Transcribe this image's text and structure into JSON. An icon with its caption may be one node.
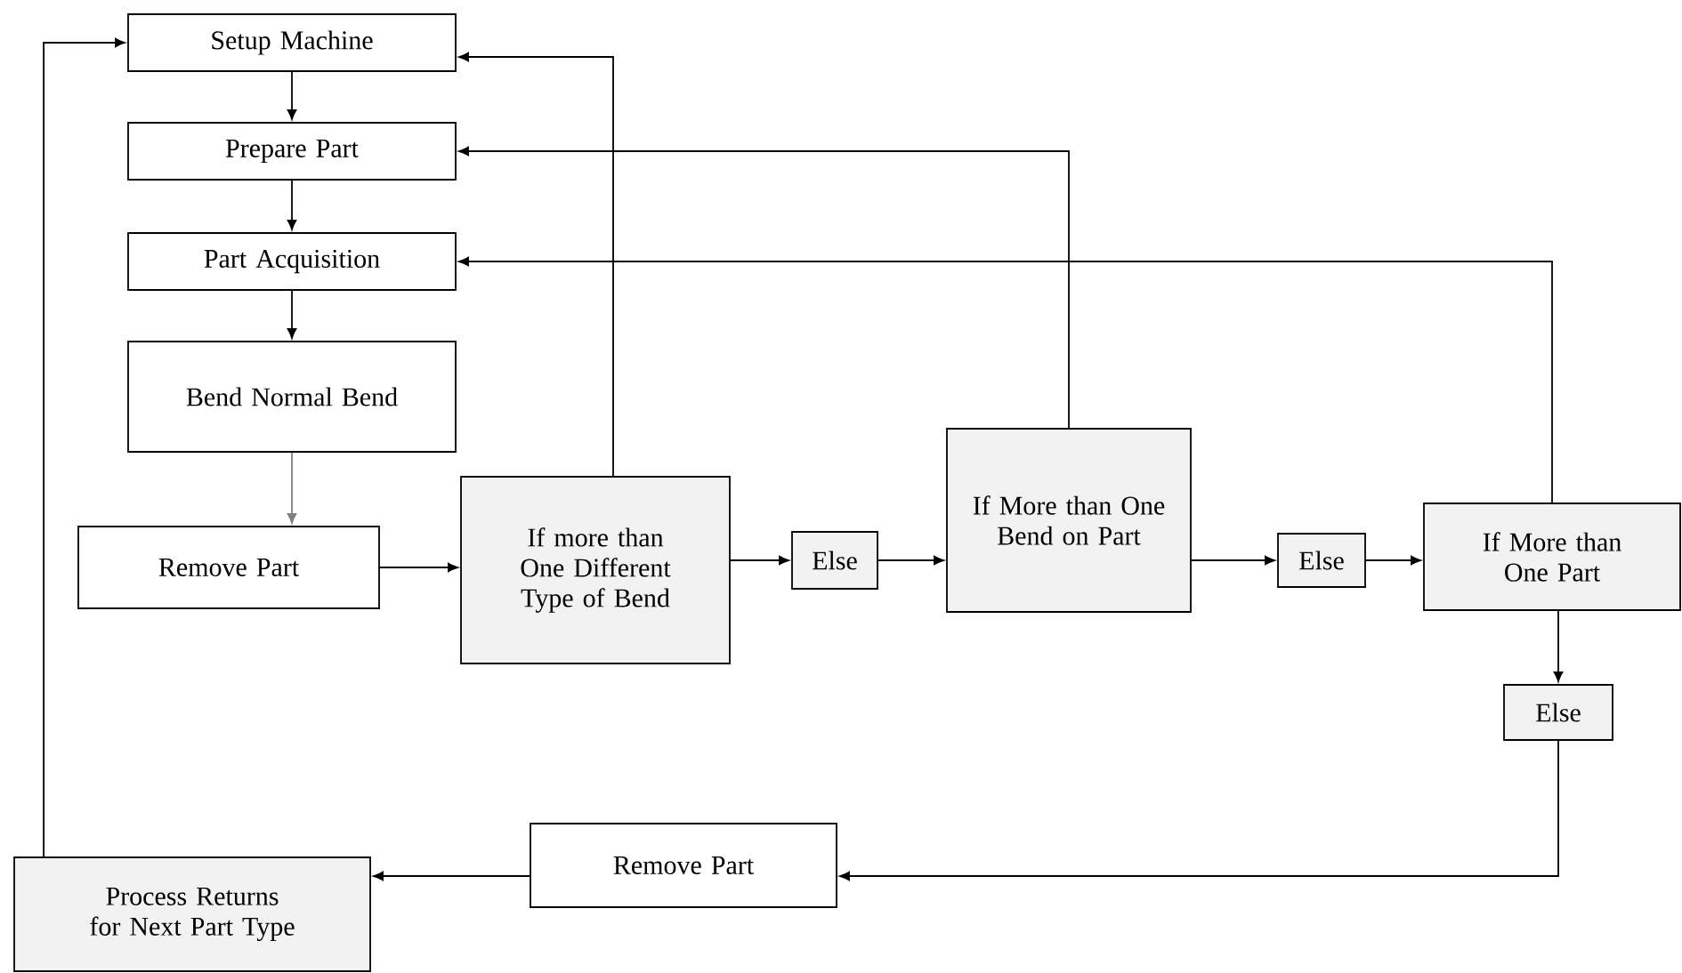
{
  "diagram": {
    "nodes": [
      {
        "text": [
          "Setup Machine"
        ]
      },
      {
        "text": [
          "Prepare Part"
        ]
      },
      {
        "text": [
          "Part Acquisition"
        ]
      },
      {
        "text": [
          "Bend Normal Bend"
        ]
      },
      {
        "text": [
          "Remove Part"
        ]
      },
      {
        "text": [
          "If more than One Different Type of Bend"
        ]
      },
      {
        "text": [
          "Else"
        ]
      },
      {
        "text": [
          "If More than One Bend on Part"
        ]
      },
      {
        "text": [
          "Else"
        ]
      },
      {
        "text": [
          "If More than One Part"
        ]
      },
      {
        "text": [
          "Else"
        ]
      },
      {
        "text": [
          "Remove Part"
        ]
      },
      {
        "text": [
          "Process Returns for Next Part Type"
        ]
      }
    ],
    "edges": [
      {
        "from": 0,
        "to": 1,
        "arrow": "to"
      },
      {
        "from": 1,
        "to": 2,
        "arrow": "to"
      },
      {
        "from": 2,
        "to": 3,
        "arrow": "to"
      },
      {
        "from": 3,
        "to": 4,
        "arrow": "to",
        "color": "#808080"
      },
      {
        "from": 4,
        "to": 5,
        "arrow": "to"
      },
      {
        "from": 5,
        "to": 6,
        "arrow": "to"
      },
      {
        "from": 6,
        "to": 7,
        "arrow": "to"
      },
      {
        "from": 7,
        "to": 8,
        "arrow": "to"
      },
      {
        "from": 8,
        "to": 9,
        "arrow": "to"
      },
      {
        "from": 9,
        "to": 10,
        "arrow": "to"
      },
      {
        "from": 10,
        "to": 11,
        "arrow": "to"
      },
      {
        "from": 11,
        "to": 12,
        "arrow": "to"
      },
      {
        "from": 12,
        "to": 0,
        "arrow": "to"
      },
      {
        "from": 5,
        "to": 0,
        "arrow": "to"
      },
      {
        "from": 7,
        "to": 1,
        "arrow": "to"
      },
      {
        "from": 9,
        "to": 2,
        "arrow": "to"
      }
    ]
  }
}
